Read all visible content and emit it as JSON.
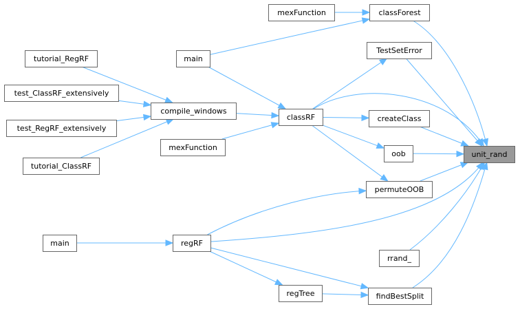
{
  "graph": {
    "colors": {
      "edge": "#63b8ff",
      "node_border": "#666666",
      "highlight_fill": "#999999",
      "node_fill": "#ffffff"
    },
    "nodes": [
      {
        "id": "unit_rand",
        "label": "unit_rand",
        "highlight": true
      },
      {
        "id": "classForest",
        "label": "classForest"
      },
      {
        "id": "mexFunction_top",
        "label": "mexFunction"
      },
      {
        "id": "TestSetError",
        "label": "TestSetError"
      },
      {
        "id": "main_top",
        "label": "main"
      },
      {
        "id": "tutorial_RegRF",
        "label": "tutorial_RegRF"
      },
      {
        "id": "test_ClassRF_extensively",
        "label": "test_ClassRF_extensively"
      },
      {
        "id": "compile_windows",
        "label": "compile_windows"
      },
      {
        "id": "classRF",
        "label": "classRF"
      },
      {
        "id": "createClass",
        "label": "createClass"
      },
      {
        "id": "test_RegRF_extensively",
        "label": "test_RegRF_extensively"
      },
      {
        "id": "mexFunction_mid",
        "label": "mexFunction"
      },
      {
        "id": "oob",
        "label": "oob"
      },
      {
        "id": "tutorial_ClassRF",
        "label": "tutorial_ClassRF"
      },
      {
        "id": "permuteOOB",
        "label": "permuteOOB"
      },
      {
        "id": "main_bottom",
        "label": "main"
      },
      {
        "id": "regRF",
        "label": "regRF"
      },
      {
        "id": "rrand_",
        "label": "rrand_"
      },
      {
        "id": "regTree",
        "label": "regTree"
      },
      {
        "id": "findBestSplit",
        "label": "findBestSplit"
      }
    ],
    "edges": [
      {
        "from": "mexFunction_top",
        "to": "classForest"
      },
      {
        "from": "main_top",
        "to": "classForest"
      },
      {
        "from": "tutorial_RegRF",
        "to": "compile_windows"
      },
      {
        "from": "test_ClassRF_extensively",
        "to": "compile_windows"
      },
      {
        "from": "test_RegRF_extensively",
        "to": "compile_windows"
      },
      {
        "from": "tutorial_ClassRF",
        "to": "compile_windows"
      },
      {
        "from": "main_top",
        "to": "classRF"
      },
      {
        "from": "compile_windows",
        "to": "classRF"
      },
      {
        "from": "mexFunction_mid",
        "to": "classRF"
      },
      {
        "from": "classRF",
        "to": "TestSetError"
      },
      {
        "from": "classRF",
        "to": "createClass"
      },
      {
        "from": "classRF",
        "to": "oob"
      },
      {
        "from": "classRF",
        "to": "permuteOOB"
      },
      {
        "from": "classRF",
        "to": "unit_rand"
      },
      {
        "from": "main_bottom",
        "to": "regRF"
      },
      {
        "from": "regRF",
        "to": "permuteOOB"
      },
      {
        "from": "regRF",
        "to": "regTree"
      },
      {
        "from": "regRF",
        "to": "findBestSplit"
      },
      {
        "from": "regRF",
        "to": "unit_rand"
      },
      {
        "from": "regTree",
        "to": "findBestSplit"
      },
      {
        "from": "classForest",
        "to": "unit_rand"
      },
      {
        "from": "TestSetError",
        "to": "unit_rand"
      },
      {
        "from": "createClass",
        "to": "unit_rand"
      },
      {
        "from": "oob",
        "to": "unit_rand"
      },
      {
        "from": "permuteOOB",
        "to": "unit_rand"
      },
      {
        "from": "rrand_",
        "to": "unit_rand"
      },
      {
        "from": "findBestSplit",
        "to": "unit_rand"
      }
    ]
  }
}
